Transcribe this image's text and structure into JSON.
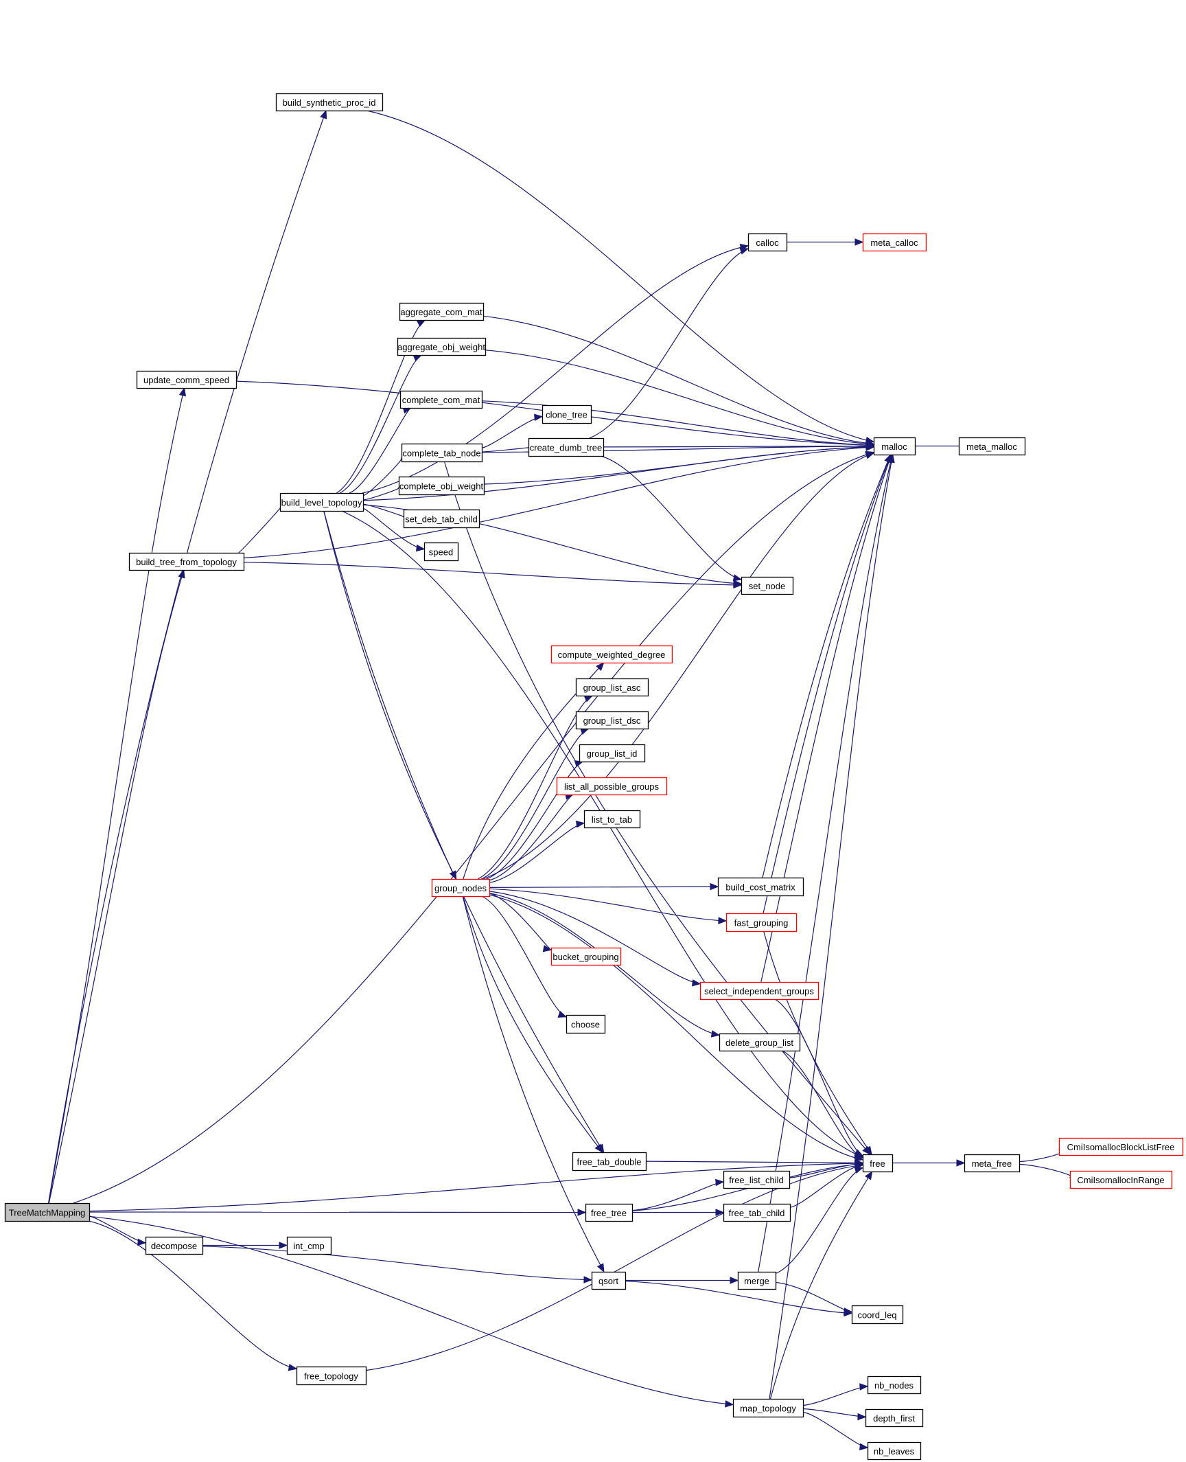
{
  "graph_title": "TreeMatchMapping call graph",
  "colors": {
    "edge": "#191970",
    "node_border": "#000000",
    "truncated_border": "#ff0000",
    "root_fill": "#bfbfbf",
    "node_fill": "#ffffff"
  },
  "nodes": [
    {
      "id": "TreeMatchMapping",
      "label": "TreeMatchMapping",
      "kind": "root"
    },
    {
      "id": "build_synthetic_proc_id",
      "label": "build_synthetic_proc_id",
      "kind": "normal"
    },
    {
      "id": "update_comm_speed",
      "label": "update_comm_speed",
      "kind": "normal"
    },
    {
      "id": "build_tree_from_topology",
      "label": "build_tree_from_topology",
      "kind": "normal"
    },
    {
      "id": "build_level_topology",
      "label": "build_level_topology",
      "kind": "normal"
    },
    {
      "id": "calloc",
      "label": "calloc",
      "kind": "normal"
    },
    {
      "id": "meta_calloc",
      "label": "meta_calloc",
      "kind": "truncated"
    },
    {
      "id": "aggregate_com_mat",
      "label": "aggregate_com_mat",
      "kind": "normal"
    },
    {
      "id": "aggregate_obj_weight",
      "label": "aggregate_obj_weight",
      "kind": "normal"
    },
    {
      "id": "complete_com_mat",
      "label": "complete_com_mat",
      "kind": "normal"
    },
    {
      "id": "clone_tree",
      "label": "clone_tree",
      "kind": "normal"
    },
    {
      "id": "complete_tab_node",
      "label": "complete_tab_node",
      "kind": "normal"
    },
    {
      "id": "create_dumb_tree",
      "label": "create_dumb_tree",
      "kind": "normal"
    },
    {
      "id": "malloc",
      "label": "malloc",
      "kind": "normal"
    },
    {
      "id": "meta_malloc",
      "label": "meta_malloc",
      "kind": "normal"
    },
    {
      "id": "complete_obj_weight",
      "label": "complete_obj_weight",
      "kind": "normal"
    },
    {
      "id": "set_deb_tab_child",
      "label": "set_deb_tab_child",
      "kind": "normal"
    },
    {
      "id": "speed",
      "label": "speed",
      "kind": "normal"
    },
    {
      "id": "set_node",
      "label": "set_node",
      "kind": "normal"
    },
    {
      "id": "compute_weighted_degree",
      "label": "compute_weighted_degree",
      "kind": "truncated"
    },
    {
      "id": "group_list_asc",
      "label": "group_list_asc",
      "kind": "normal"
    },
    {
      "id": "group_list_dsc",
      "label": "group_list_dsc",
      "kind": "normal"
    },
    {
      "id": "group_list_id",
      "label": "group_list_id",
      "kind": "normal"
    },
    {
      "id": "list_all_possible_groups",
      "label": "list_all_possible_groups",
      "kind": "truncated"
    },
    {
      "id": "list_to_tab",
      "label": "list_to_tab",
      "kind": "normal"
    },
    {
      "id": "group_nodes",
      "label": "group_nodes",
      "kind": "truncated"
    },
    {
      "id": "build_cost_matrix",
      "label": "build_cost_matrix",
      "kind": "normal"
    },
    {
      "id": "fast_grouping",
      "label": "fast_grouping",
      "kind": "truncated"
    },
    {
      "id": "bucket_grouping",
      "label": "bucket_grouping",
      "kind": "truncated"
    },
    {
      "id": "select_independent_groups",
      "label": "select_independent_groups",
      "kind": "truncated"
    },
    {
      "id": "choose",
      "label": "choose",
      "kind": "normal"
    },
    {
      "id": "delete_group_list",
      "label": "delete_group_list",
      "kind": "normal"
    },
    {
      "id": "free_tab_double",
      "label": "free_tab_double",
      "kind": "normal"
    },
    {
      "id": "free",
      "label": "free",
      "kind": "normal"
    },
    {
      "id": "meta_free",
      "label": "meta_free",
      "kind": "normal"
    },
    {
      "id": "CmiIsomallocBlockListFree",
      "label": "CmiIsomallocBlockListFree",
      "kind": "truncated"
    },
    {
      "id": "CmiIsomallocInRange",
      "label": "CmiIsomallocInRange",
      "kind": "truncated"
    },
    {
      "id": "free_list_child",
      "label": "free_list_child",
      "kind": "normal"
    },
    {
      "id": "free_tree",
      "label": "free_tree",
      "kind": "normal"
    },
    {
      "id": "free_tab_child",
      "label": "free_tab_child",
      "kind": "normal"
    },
    {
      "id": "decompose",
      "label": "decompose",
      "kind": "normal"
    },
    {
      "id": "int_cmp",
      "label": "int_cmp",
      "kind": "normal"
    },
    {
      "id": "qsort",
      "label": "qsort",
      "kind": "normal"
    },
    {
      "id": "merge",
      "label": "merge",
      "kind": "normal"
    },
    {
      "id": "coord_leq",
      "label": "coord_leq",
      "kind": "normal"
    },
    {
      "id": "free_topology",
      "label": "free_topology",
      "kind": "normal"
    },
    {
      "id": "map_topology",
      "label": "map_topology",
      "kind": "normal"
    },
    {
      "id": "nb_nodes",
      "label": "nb_nodes",
      "kind": "normal"
    },
    {
      "id": "depth_first",
      "label": "depth_first",
      "kind": "normal"
    },
    {
      "id": "nb_leaves",
      "label": "nb_leaves",
      "kind": "normal"
    }
  ],
  "edges": [
    [
      "TreeMatchMapping",
      "build_synthetic_proc_id"
    ],
    [
      "TreeMatchMapping",
      "malloc"
    ],
    [
      "TreeMatchMapping",
      "update_comm_speed"
    ],
    [
      "TreeMatchMapping",
      "build_tree_from_topology"
    ],
    [
      "TreeMatchMapping",
      "free_tree"
    ],
    [
      "TreeMatchMapping",
      "decompose"
    ],
    [
      "TreeMatchMapping",
      "free"
    ],
    [
      "TreeMatchMapping",
      "free_topology"
    ],
    [
      "TreeMatchMapping",
      "map_topology"
    ],
    [
      "build_synthetic_proc_id",
      "malloc"
    ],
    [
      "update_comm_speed",
      "malloc"
    ],
    [
      "build_tree_from_topology",
      "build_level_topology"
    ],
    [
      "build_tree_from_topology",
      "malloc"
    ],
    [
      "build_tree_from_topology",
      "set_node"
    ],
    [
      "build_level_topology",
      "calloc"
    ],
    [
      "build_level_topology",
      "malloc"
    ],
    [
      "build_level_topology",
      "aggregate_com_mat"
    ],
    [
      "build_level_topology",
      "aggregate_obj_weight"
    ],
    [
      "build_level_topology",
      "complete_com_mat"
    ],
    [
      "build_level_topology",
      "complete_tab_node"
    ],
    [
      "build_level_topology",
      "complete_obj_weight"
    ],
    [
      "build_level_topology",
      "set_deb_tab_child"
    ],
    [
      "build_level_topology",
      "speed"
    ],
    [
      "build_level_topology",
      "set_node"
    ],
    [
      "build_level_topology",
      "group_nodes"
    ],
    [
      "build_level_topology",
      "free_tab_double"
    ],
    [
      "build_level_topology",
      "free"
    ],
    [
      "calloc",
      "meta_calloc"
    ],
    [
      "aggregate_com_mat",
      "malloc"
    ],
    [
      "aggregate_obj_weight",
      "malloc"
    ],
    [
      "complete_com_mat",
      "malloc"
    ],
    [
      "complete_tab_node",
      "clone_tree"
    ],
    [
      "complete_tab_node",
      "create_dumb_tree"
    ],
    [
      "complete_tab_node",
      "malloc"
    ],
    [
      "complete_tab_node",
      "free"
    ],
    [
      "create_dumb_tree",
      "calloc"
    ],
    [
      "create_dumb_tree",
      "malloc"
    ],
    [
      "create_dumb_tree",
      "set_node"
    ],
    [
      "complete_obj_weight",
      "malloc"
    ],
    [
      "malloc",
      "meta_malloc"
    ],
    [
      "group_nodes",
      "compute_weighted_degree"
    ],
    [
      "group_nodes",
      "group_list_asc"
    ],
    [
      "group_nodes",
      "group_list_dsc"
    ],
    [
      "group_nodes",
      "group_list_id"
    ],
    [
      "group_nodes",
      "list_all_possible_groups"
    ],
    [
      "group_nodes",
      "list_to_tab"
    ],
    [
      "group_nodes",
      "malloc"
    ],
    [
      "group_nodes",
      "build_cost_matrix"
    ],
    [
      "group_nodes",
      "fast_grouping"
    ],
    [
      "group_nodes",
      "bucket_grouping"
    ],
    [
      "group_nodes",
      "select_independent_groups"
    ],
    [
      "group_nodes",
      "choose"
    ],
    [
      "group_nodes",
      "delete_group_list"
    ],
    [
      "group_nodes",
      "free"
    ],
    [
      "group_nodes",
      "free_tab_double"
    ],
    [
      "group_nodes",
      "qsort"
    ],
    [
      "build_cost_matrix",
      "malloc"
    ],
    [
      "fast_grouping",
      "malloc"
    ],
    [
      "fast_grouping",
      "free"
    ],
    [
      "select_independent_groups",
      "malloc"
    ],
    [
      "select_independent_groups",
      "free"
    ],
    [
      "delete_group_list",
      "free"
    ],
    [
      "free_tab_double",
      "free"
    ],
    [
      "free",
      "meta_free"
    ],
    [
      "meta_free",
      "CmiIsomallocBlockListFree"
    ],
    [
      "meta_free",
      "CmiIsomallocInRange"
    ],
    [
      "free_tree",
      "free_list_child"
    ],
    [
      "free_tree",
      "free_tab_child"
    ],
    [
      "free_tree",
      "free"
    ],
    [
      "free_list_child",
      "free"
    ],
    [
      "free_tab_child",
      "free"
    ],
    [
      "decompose",
      "int_cmp"
    ],
    [
      "decompose",
      "qsort"
    ],
    [
      "qsort",
      "merge"
    ],
    [
      "qsort",
      "coord_leq"
    ],
    [
      "merge",
      "malloc"
    ],
    [
      "merge",
      "free"
    ],
    [
      "merge",
      "coord_leq"
    ],
    [
      "free_topology",
      "free"
    ],
    [
      "map_topology",
      "malloc"
    ],
    [
      "map_topology",
      "free"
    ],
    [
      "map_topology",
      "nb_nodes"
    ],
    [
      "map_topology",
      "depth_first"
    ],
    [
      "map_topology",
      "nb_leaves"
    ]
  ]
}
